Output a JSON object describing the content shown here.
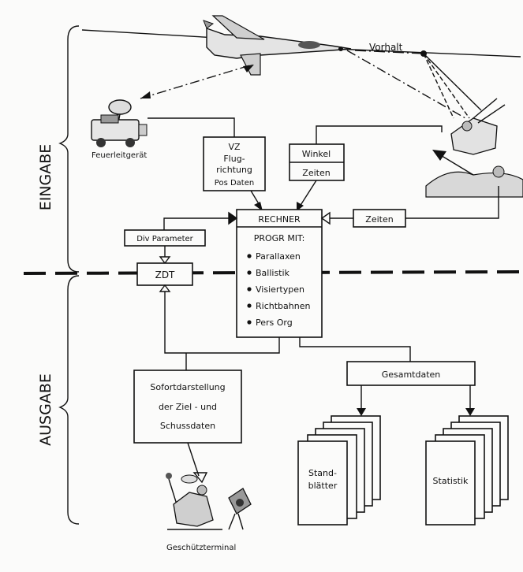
{
  "sections": {
    "input": "EINGABE",
    "output": "AUSGABE"
  },
  "labels": {
    "vorhalt": "Vorhalt",
    "feuerleitgeraet": "Feuerleitgerät",
    "geschuetzterminal": "Geschützterminal"
  },
  "boxes": {
    "vz": [
      "VZ",
      "Flug-",
      "richtung",
      "Pos Daten"
    ],
    "winkel": [
      "Winkel",
      "Zeiten"
    ],
    "rechner_title": "RECHNER",
    "rechner_prog": "PROGR MIT:",
    "rechner_items": [
      "Parallaxen",
      "Ballistik",
      "Visiertypen",
      "Richtbahnen",
      "Pers Org"
    ],
    "zeiten": "Zeiten",
    "div_parameter": "Div Parameter",
    "zdt": "ZDT",
    "sofort": [
      "Sofortdarstellung",
      "der Ziel - und",
      "Schussdaten"
    ],
    "gesamtdaten": "Gesamtdaten",
    "standblaetter": [
      "Stand-",
      "blätter"
    ],
    "statistik": "Statistik"
  },
  "colors": {
    "ink": "#111111",
    "paper": "#fbfbfa"
  }
}
